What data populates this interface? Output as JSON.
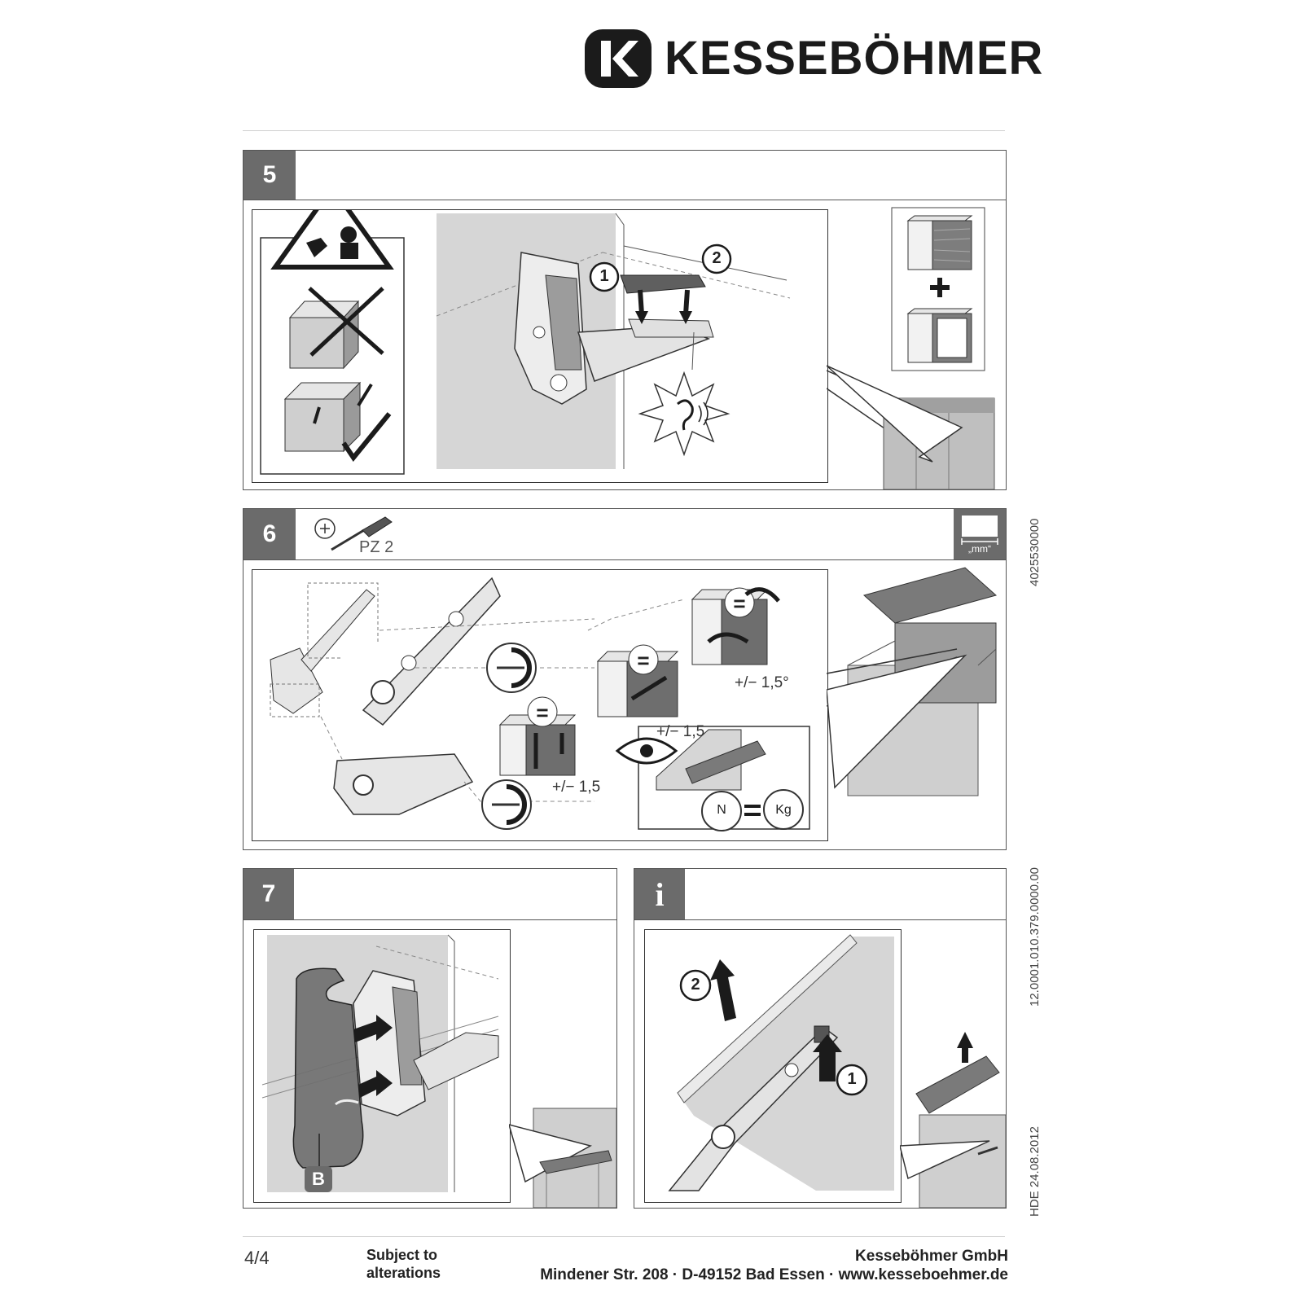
{
  "brand": {
    "name": "KESSEBÖHMER",
    "logo_letter": "K"
  },
  "steps": {
    "step5": {
      "number": "5",
      "callouts": [
        "1",
        "2"
      ]
    },
    "step6": {
      "number": "6",
      "tool": "PZ 2",
      "unit_badge": "„mm“",
      "adjust_tilt": "+/− 1,5°",
      "adjust_side": "+/− 1,5",
      "adjust_height": "+/− 1,5",
      "equal_sign": "=",
      "spring_label": "N",
      "weight_label": "Kg"
    },
    "step7": {
      "number": "7",
      "part_label": "B"
    },
    "info": {
      "number": "i",
      "callouts": [
        "2",
        "1"
      ]
    }
  },
  "side_codes": {
    "article": "4025530000",
    "doc_number": "12.0001.010.379.0000.00",
    "revision": "HDE 24.08.2012"
  },
  "footer": {
    "page": "4/4",
    "note": "Subject to alterations",
    "company": "Kesseböhmer GmbH",
    "address": "Mindener Str. 208 · D-49152 Bad Essen · www.kesseboehmer.de"
  },
  "colors": {
    "number_box": "#6b6b6b",
    "panel_gray": "#d6d6d6",
    "dark_gray": "#7a7a7a"
  }
}
